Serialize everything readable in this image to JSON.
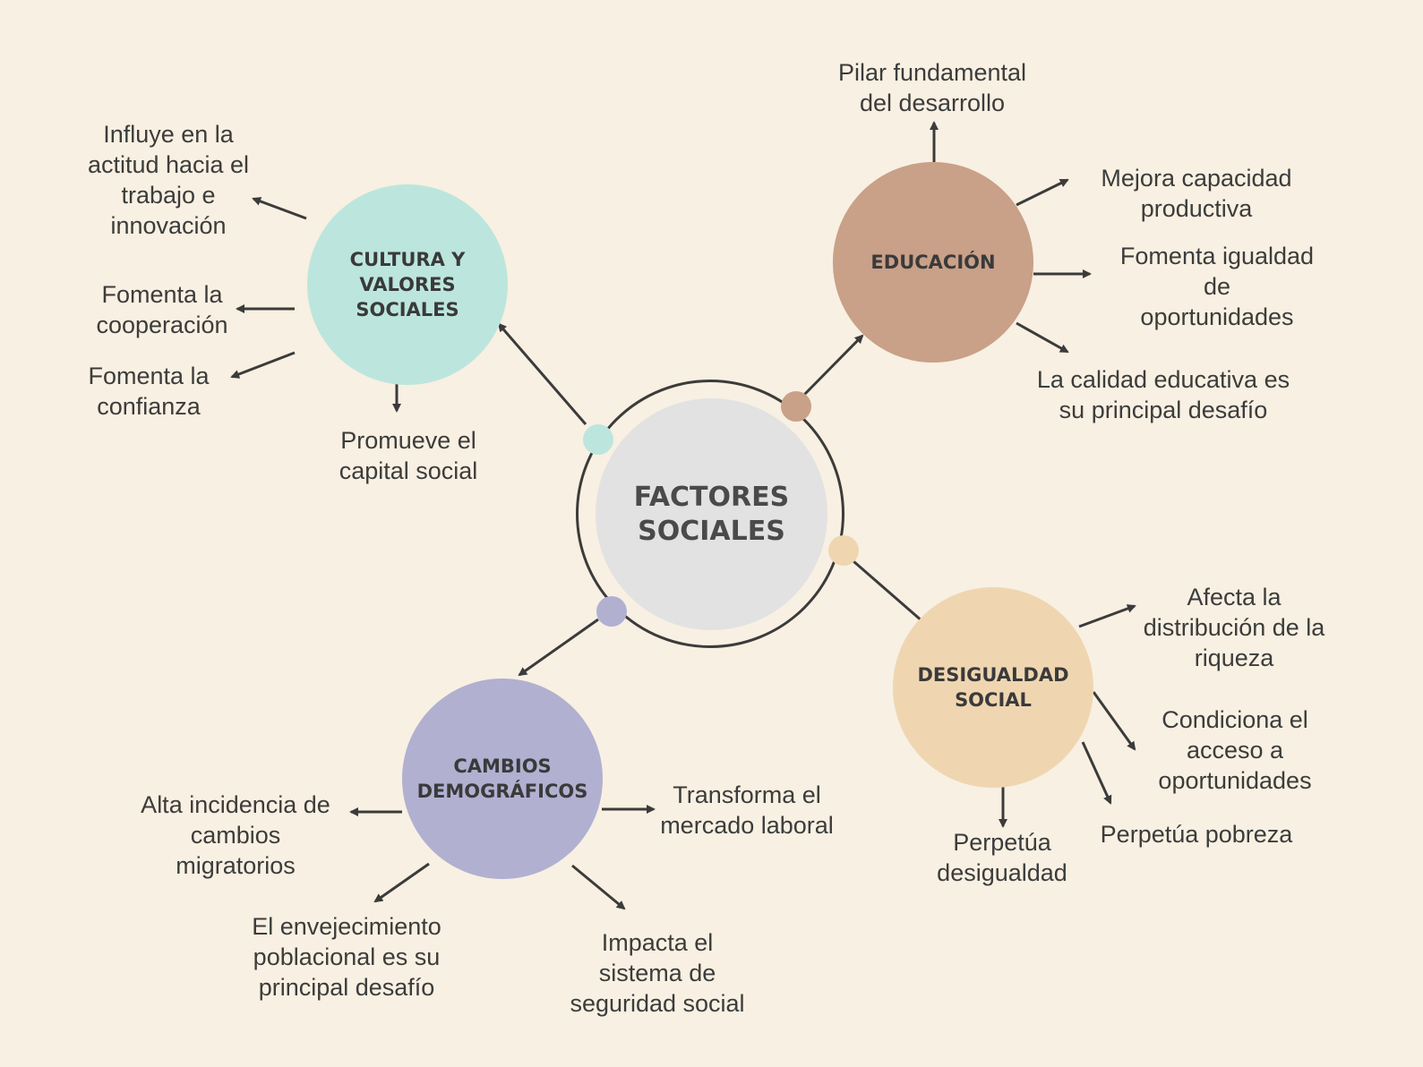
{
  "colors": {
    "background": "#f8f0e2",
    "cultura": "#bce6dd",
    "educacion": "#c9a088",
    "desigualdad": "#efd6b1",
    "cambios": "#b1b0d1",
    "center": "#e2e2e2",
    "arrow": "#3b3b3b"
  },
  "center": {
    "title": "FACTORES\nSOCIALES"
  },
  "nodes": {
    "cultura": {
      "title": "CULTURA Y\nVALORES\nSOCIALES",
      "items": [
        "Influye en la\nactitud hacia el\ntrabajo e\ninnovación",
        "Fomenta la\ncooperación",
        "Fomenta la\nconfianza",
        "Promueve el\ncapital social"
      ]
    },
    "educacion": {
      "title": "EDUCACIÓN",
      "items": [
        "Pilar fundamental\ndel desarrollo",
        "Mejora capacidad\nproductiva",
        "Fomenta igualdad de\noportunidades",
        "La calidad educativa es\nsu principal desafío"
      ]
    },
    "desigualdad": {
      "title": "DESIGUALDAD\nSOCIAL",
      "items": [
        "Afecta la\ndistribución de la\nriqueza",
        "Condiciona el\nacceso a\noportunidades",
        "Perpetúa pobreza",
        "Perpetúa\ndesigualdad"
      ]
    },
    "cambios": {
      "title": "CAMBIOS\nDEMOGRÁFICOS",
      "items": [
        "Transforma el\nmercado laboral",
        "Alta incidencia de\ncambios\nmigratorios",
        "El envejecimiento\npoblacional es su\nprincipal desafío",
        "Impacta el\nsistema de\nseguridad social"
      ]
    }
  }
}
